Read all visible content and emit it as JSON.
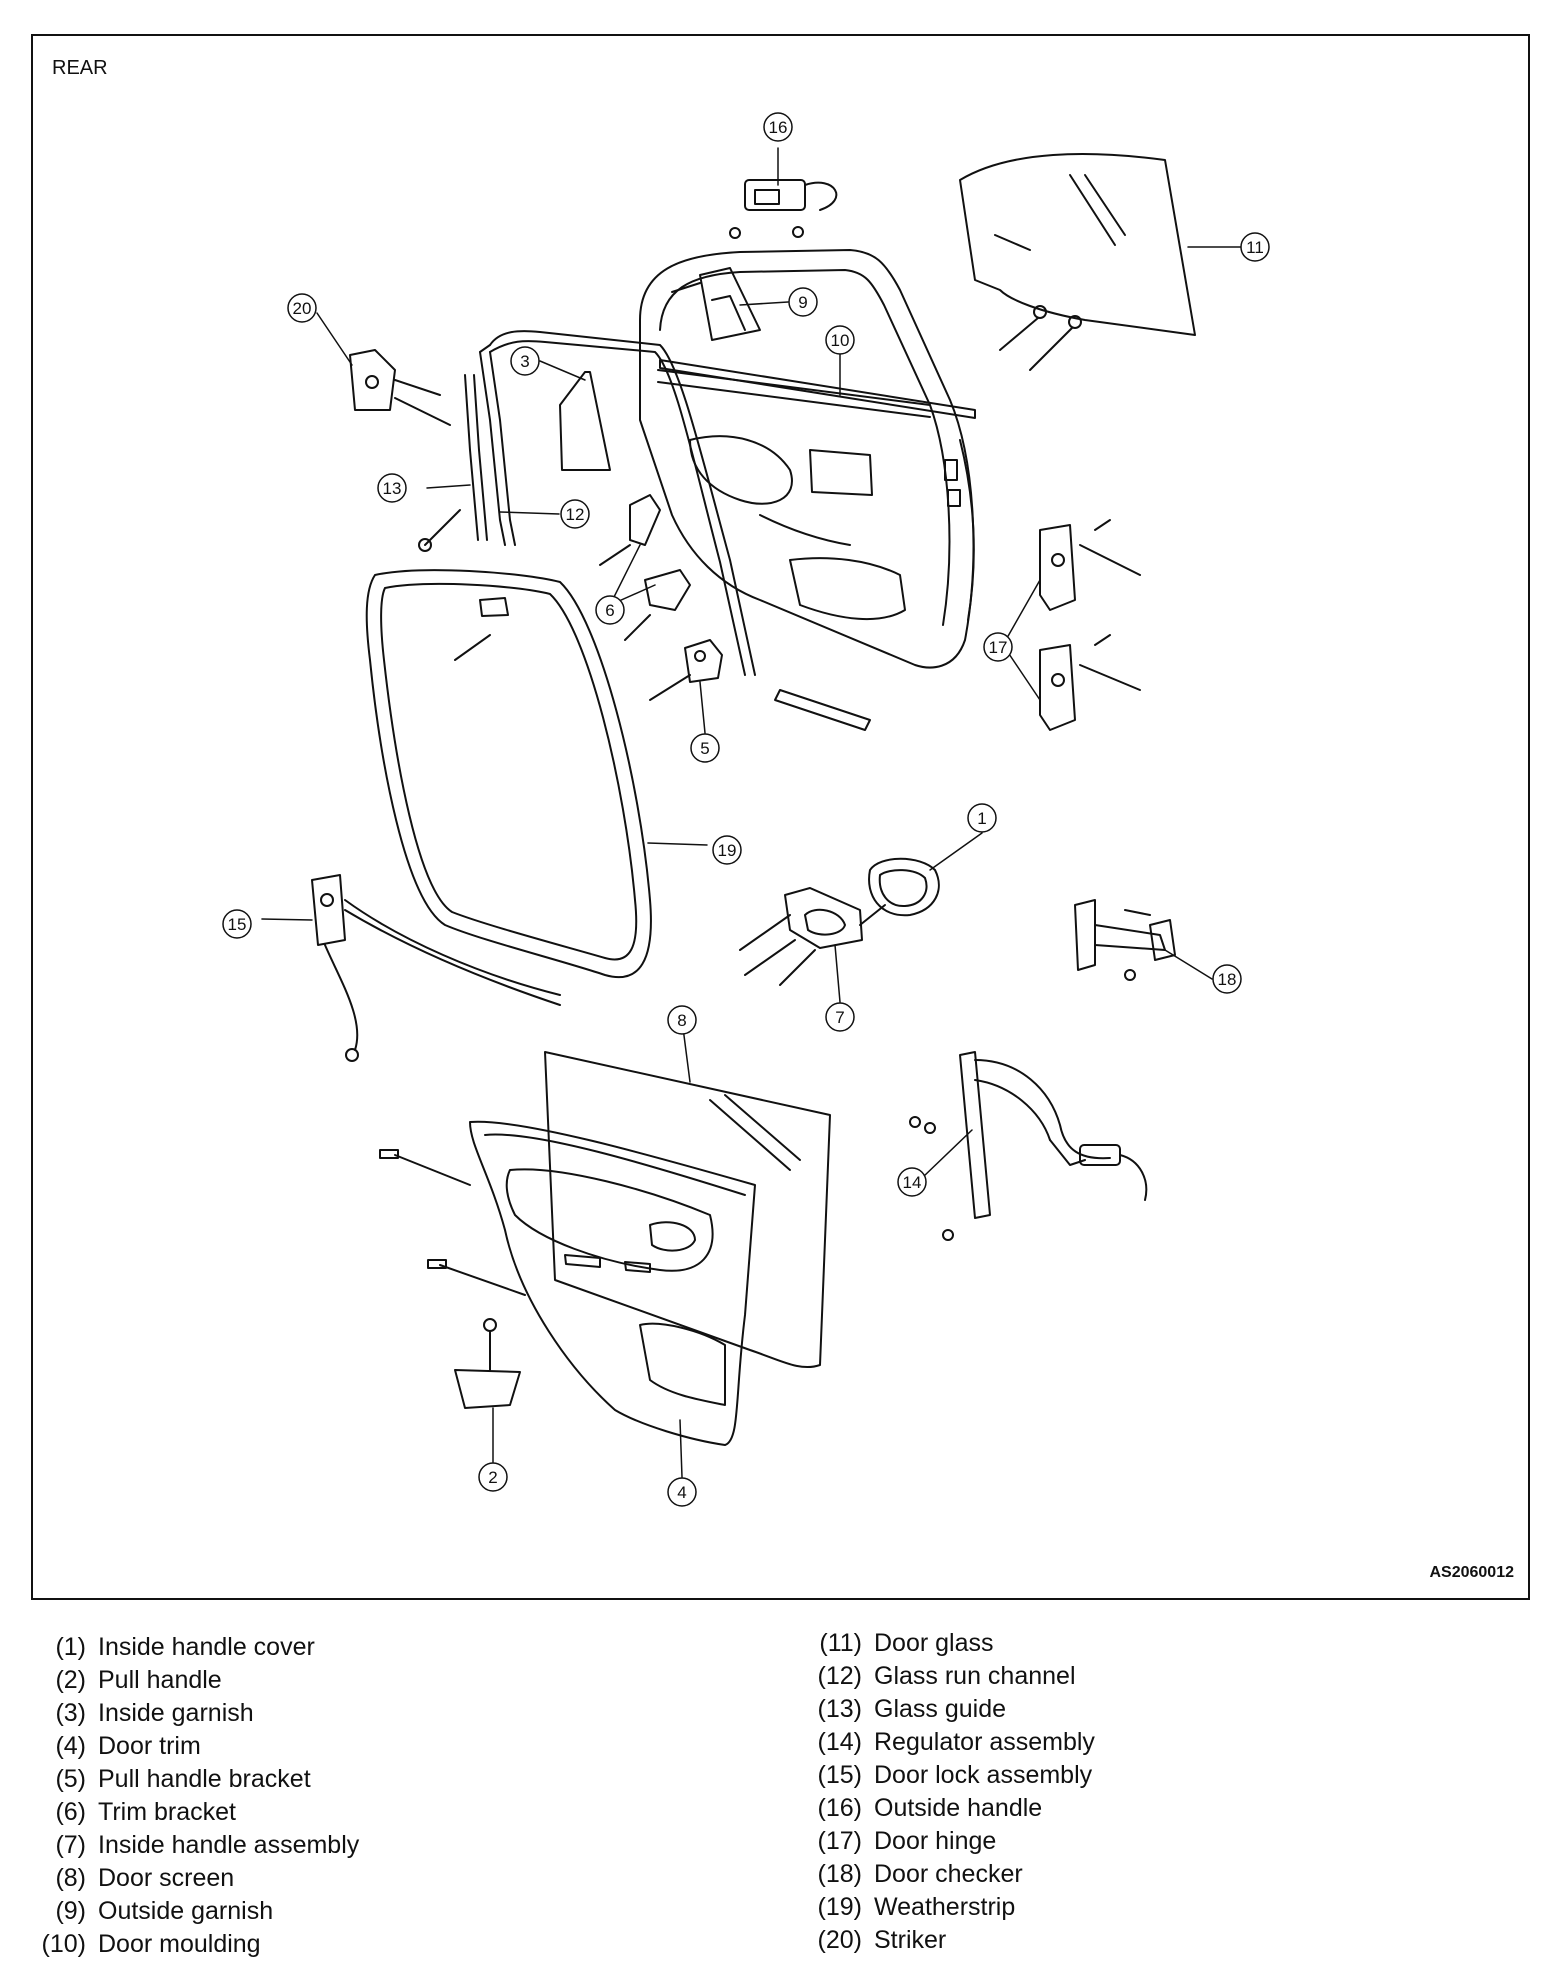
{
  "diagram": {
    "view_label": "REAR",
    "doc_id": "AS2060012",
    "callouts": [
      {
        "id": "c1",
        "text": "1"
      },
      {
        "id": "c2",
        "text": "2"
      },
      {
        "id": "c3",
        "text": "3"
      },
      {
        "id": "c4",
        "text": "4"
      },
      {
        "id": "c5",
        "text": "5"
      },
      {
        "id": "c6",
        "text": "6"
      },
      {
        "id": "c7",
        "text": "7"
      },
      {
        "id": "c8",
        "text": "8"
      },
      {
        "id": "c9",
        "text": "9"
      },
      {
        "id": "c10",
        "text": "10"
      },
      {
        "id": "c11",
        "text": "11"
      },
      {
        "id": "c12",
        "text": "12"
      },
      {
        "id": "c13",
        "text": "13"
      },
      {
        "id": "c14",
        "text": "14"
      },
      {
        "id": "c15",
        "text": "15"
      },
      {
        "id": "c16",
        "text": "16"
      },
      {
        "id": "c17",
        "text": "17"
      },
      {
        "id": "c18",
        "text": "18"
      },
      {
        "id": "c19",
        "text": "19"
      },
      {
        "id": "c20",
        "text": "20"
      }
    ]
  },
  "legend": {
    "left": [
      {
        "num": "(1)",
        "label": "Inside handle cover"
      },
      {
        "num": "(2)",
        "label": "Pull handle"
      },
      {
        "num": "(3)",
        "label": "Inside garnish"
      },
      {
        "num": "(4)",
        "label": "Door trim"
      },
      {
        "num": "(5)",
        "label": "Pull handle bracket"
      },
      {
        "num": "(6)",
        "label": "Trim bracket"
      },
      {
        "num": "(7)",
        "label": "Inside handle assembly"
      },
      {
        "num": "(8)",
        "label": "Door screen"
      },
      {
        "num": "(9)",
        "label": "Outside garnish"
      },
      {
        "num": "(10)",
        "label": "Door moulding"
      }
    ],
    "right": [
      {
        "num": "(11)",
        "label": "Door glass"
      },
      {
        "num": "(12)",
        "label": "Glass run channel"
      },
      {
        "num": "(13)",
        "label": "Glass guide"
      },
      {
        "num": "(14)",
        "label": "Regulator assembly"
      },
      {
        "num": "(15)",
        "label": "Door lock assembly"
      },
      {
        "num": "(16)",
        "label": "Outside handle"
      },
      {
        "num": "(17)",
        "label": "Door hinge"
      },
      {
        "num": "(18)",
        "label": "Door checker"
      },
      {
        "num": "(19)",
        "label": "Weatherstrip"
      },
      {
        "num": "(20)",
        "label": "Striker"
      }
    ]
  }
}
